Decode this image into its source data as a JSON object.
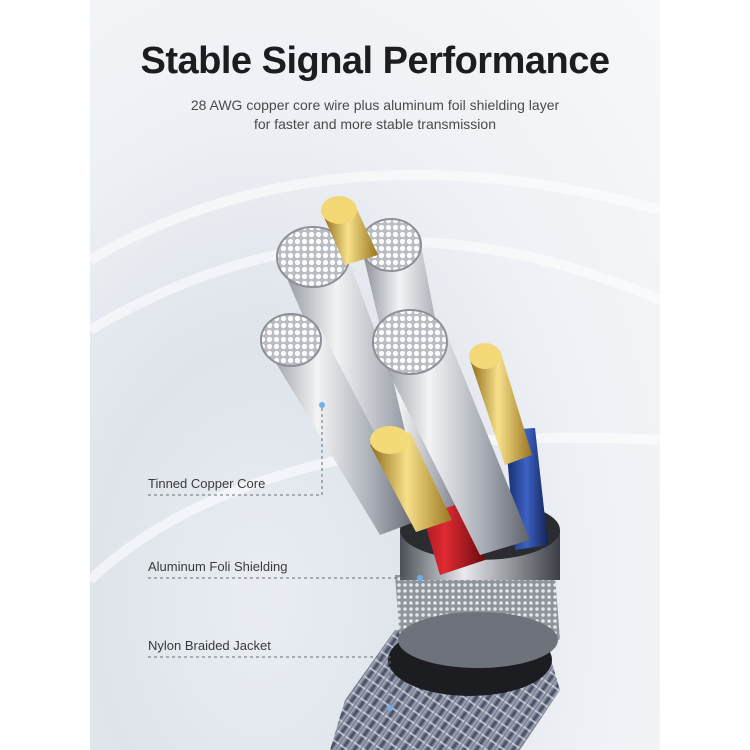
{
  "title": "Stable Signal Performance",
  "subtitle_line1": "28 AWG copper core wire plus aluminum foil shielding layer",
  "subtitle_line2": "for faster and more stable transmission",
  "labels": {
    "core": "Tinned Copper Core",
    "shielding": "Aluminum Foli Shielding",
    "jacket": "Nylon Braided Jacket"
  },
  "colors": {
    "gold": "#d8b64a",
    "red_wire": "#c8151f",
    "blue_wire": "#2a4aa8",
    "silver": "#c9ccd2"
  }
}
